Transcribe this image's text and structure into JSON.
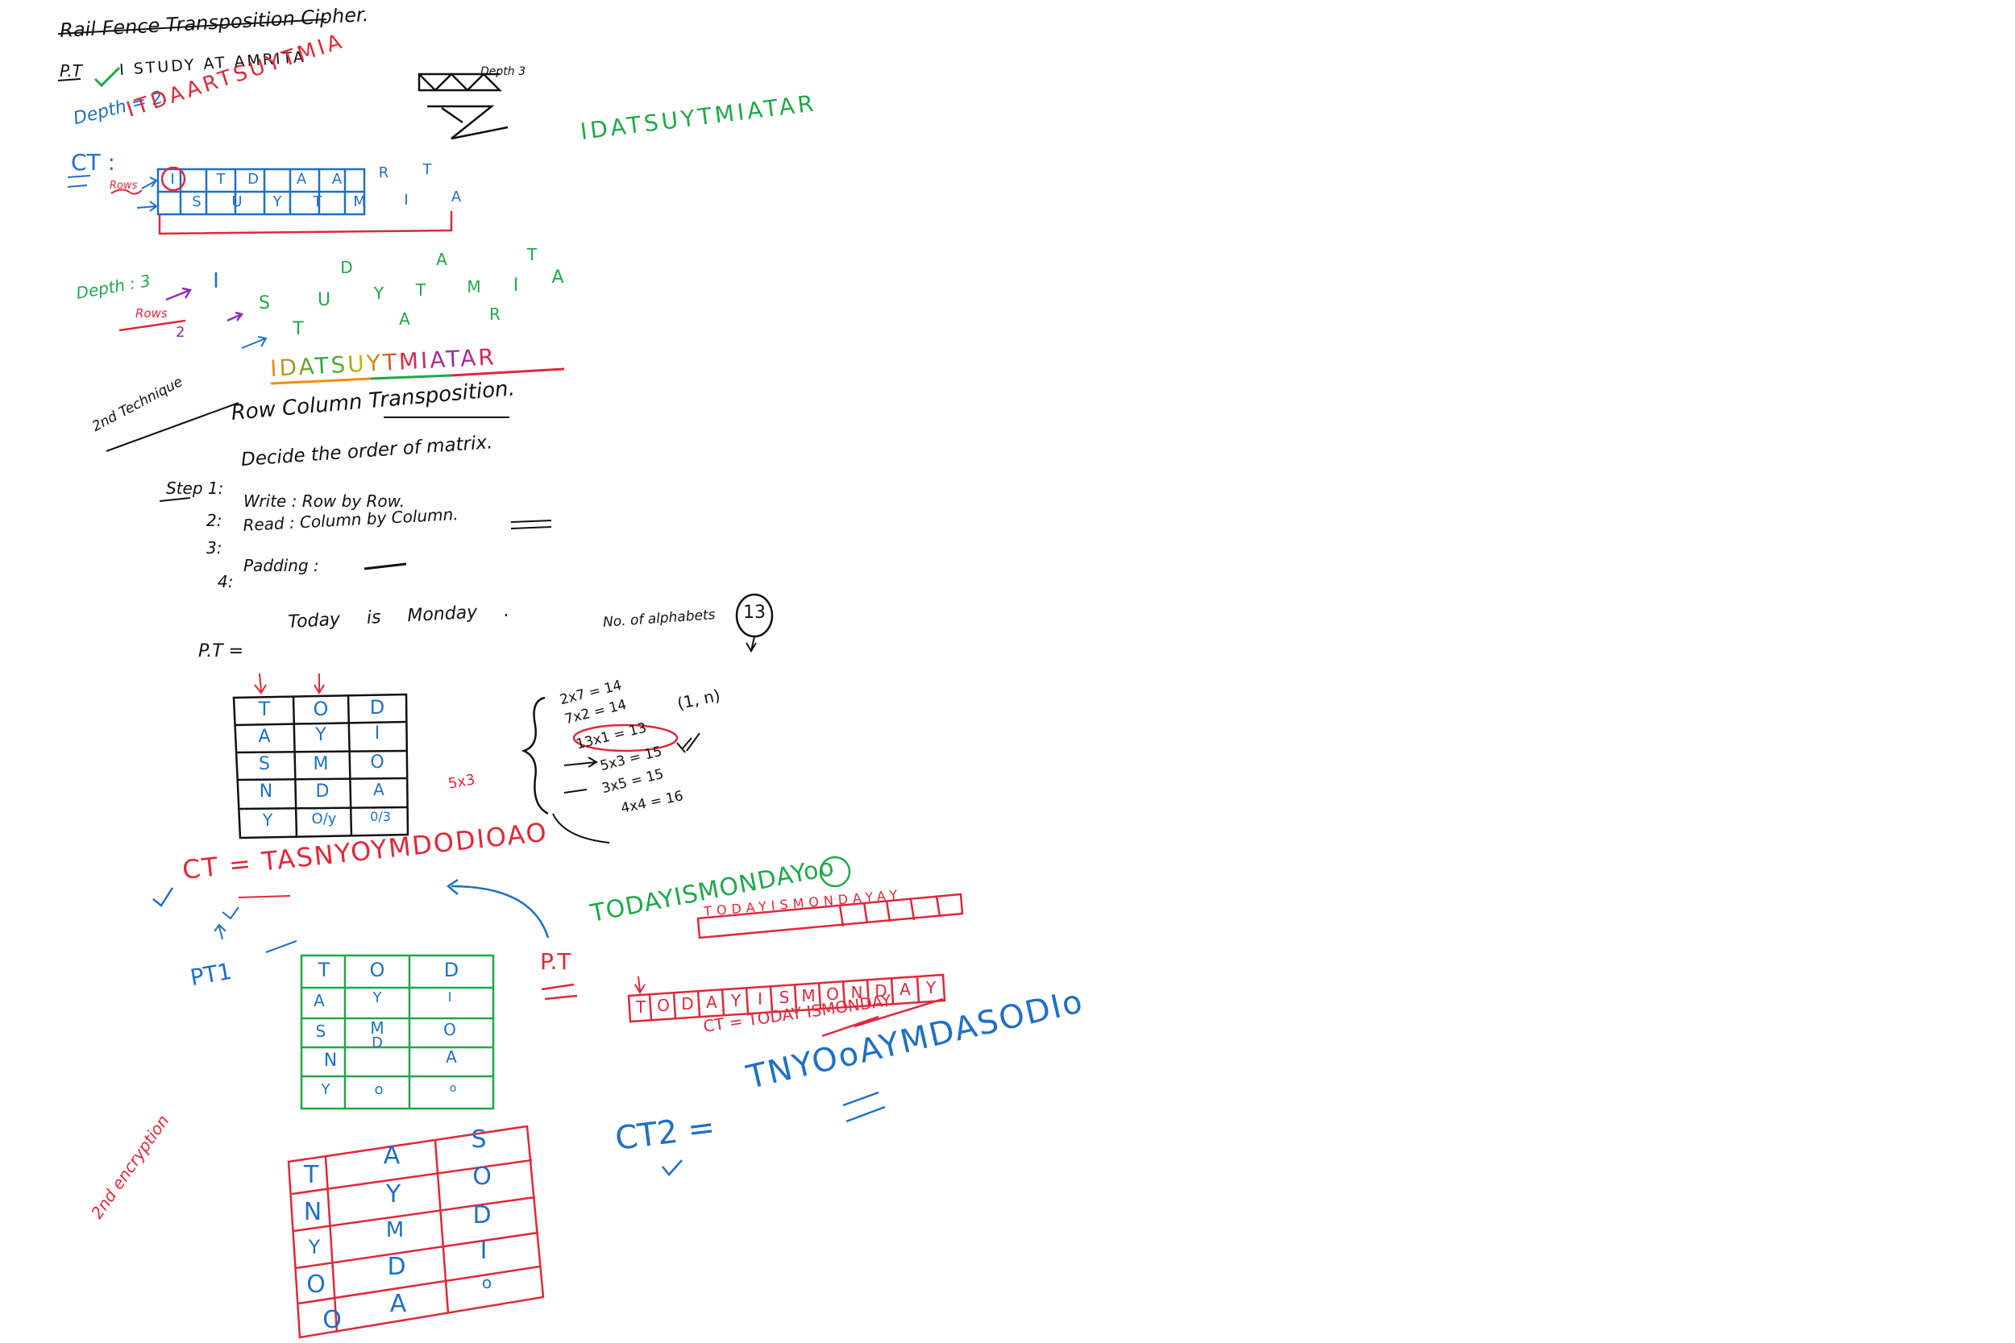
{
  "title": "Rail Fence Transposition Cipher.",
  "rail": {
    "pt_label": "P.T",
    "pt_text": "I STUDY AT AMRITA",
    "depth2_label": "Depth = 2",
    "ct_label": "CT :",
    "ct_value": "ITDAARTSUYTMIA",
    "rows_label": "Rows",
    "row1_letters": [
      "I",
      "T",
      "D",
      "A",
      "A",
      "R",
      "T"
    ],
    "row2_letters": [
      "S",
      "U",
      "Y",
      "T",
      "M",
      "I",
      "A"
    ],
    "diagram_label": "Depth 3",
    "green_ct": "IDATSUYTMIATAR",
    "depth3_label": "Depth : 3",
    "depth3_rows_label": "Rows",
    "depth3_row_num": "2",
    "depth3_row1": [
      "I",
      "D",
      "A",
      "T"
    ],
    "depth3_row2": [
      "S",
      "U",
      "Y",
      "T",
      "M",
      "I",
      "A"
    ],
    "depth3_row3": [
      "T",
      "A",
      "R"
    ],
    "rainbow_ct": "IDATSUYTMIATAR"
  },
  "technique": {
    "label": "2nd Technique",
    "title": "Row Column Transposition.",
    "steps": [
      {
        "num": "Step 1:",
        "text": "Decide the order of matrix."
      },
      {
        "num": "2:",
        "text": "Write  :  Row by Row."
      },
      {
        "num": "3:",
        "text": "Read  :  Column by Column."
      },
      {
        "num": "4:",
        "text": "Padding :"
      }
    ],
    "pt_label": "P.T =",
    "pt_text": "Today is Monday .",
    "count_label": "No. of alphabets",
    "count_value": "13",
    "orders": [
      "2x7 = 14",
      "7x2 = 14",
      "13x1 = 13",
      "5x3 = 15",
      "3x5 = 15",
      "4x4 = 16"
    ],
    "order_note": "(1, n)",
    "chosen": "5x3",
    "matrix1": [
      [
        "T",
        "O",
        "D"
      ],
      [
        "A",
        "Y",
        "I"
      ],
      [
        "S",
        "M",
        "O"
      ],
      [
        "N",
        "D",
        "A"
      ],
      [
        "Y",
        "O/y",
        "0/3"
      ]
    ],
    "ct_line": "CT = TASNYOYMDODIOAO"
  },
  "lower": {
    "pt1_label": "PT1",
    "matrix_green": [
      [
        "T",
        "O",
        "D"
      ],
      [
        "A",
        "Y",
        "I"
      ],
      [
        "S",
        "M",
        "O"
      ],
      [
        "N",
        "D",
        "A"
      ],
      [
        "Y",
        "o",
        "o"
      ]
    ],
    "pt_label": "P.T",
    "pt_text": "TODAYISMONDAYoo",
    "strip_letters": [
      "T",
      "O",
      "D",
      "A",
      "Y",
      "I",
      "S",
      "M",
      "O",
      "N",
      "D",
      "A",
      "Y"
    ],
    "strip_top": "TODAYISMONDAYAY",
    "ct_note": "CT = TODAY ISMONDAY",
    "ct2_label": "CT2 =",
    "ct2_value": "TNYOoAYMDASODIo",
    "second_enc_label": "2nd encryption",
    "matrix_red": [
      [
        "T",
        "A",
        "S"
      ],
      [
        "N",
        "Y",
        "O"
      ],
      [
        "Y",
        "M",
        "D"
      ],
      [
        "O",
        "D",
        "I"
      ],
      [
        "O",
        "A",
        "o"
      ]
    ]
  },
  "colors": {
    "black_ink": "#111111",
    "blue_ink": "#1f6fc7",
    "red_ink": "#e0283a",
    "green_ink": "#1fa84a",
    "purple_ink": "#8e2fb5",
    "orange_ink": "#f28c12"
  }
}
